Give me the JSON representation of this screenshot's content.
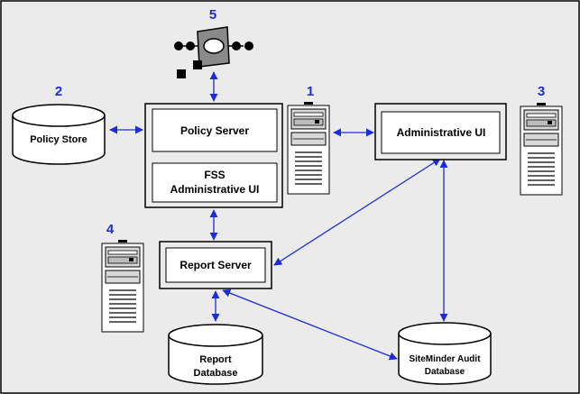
{
  "components": {
    "policy_store": "Policy Store",
    "policy_server": "Policy Server",
    "fss_line1": "FSS",
    "fss_line2": "Administrative UI",
    "admin_ui": "Administrative UI",
    "report_server": "Report Server",
    "report_db_line1": "Report",
    "report_db_line2": "Database",
    "audit_db_line1": "SiteMinder Audit",
    "audit_db_line2": "Database"
  },
  "callouts": {
    "n1": "1",
    "n2": "2",
    "n3": "3",
    "n4": "4",
    "n5": "5"
  },
  "colors": {
    "frame_bg": "#ebebeb",
    "box_bg": "#ffffff",
    "arrow": "#1c2cd6",
    "callout": "#1c2cd6"
  },
  "icons": {
    "server": "server-tower-icon",
    "network": "directory-network-icon"
  }
}
